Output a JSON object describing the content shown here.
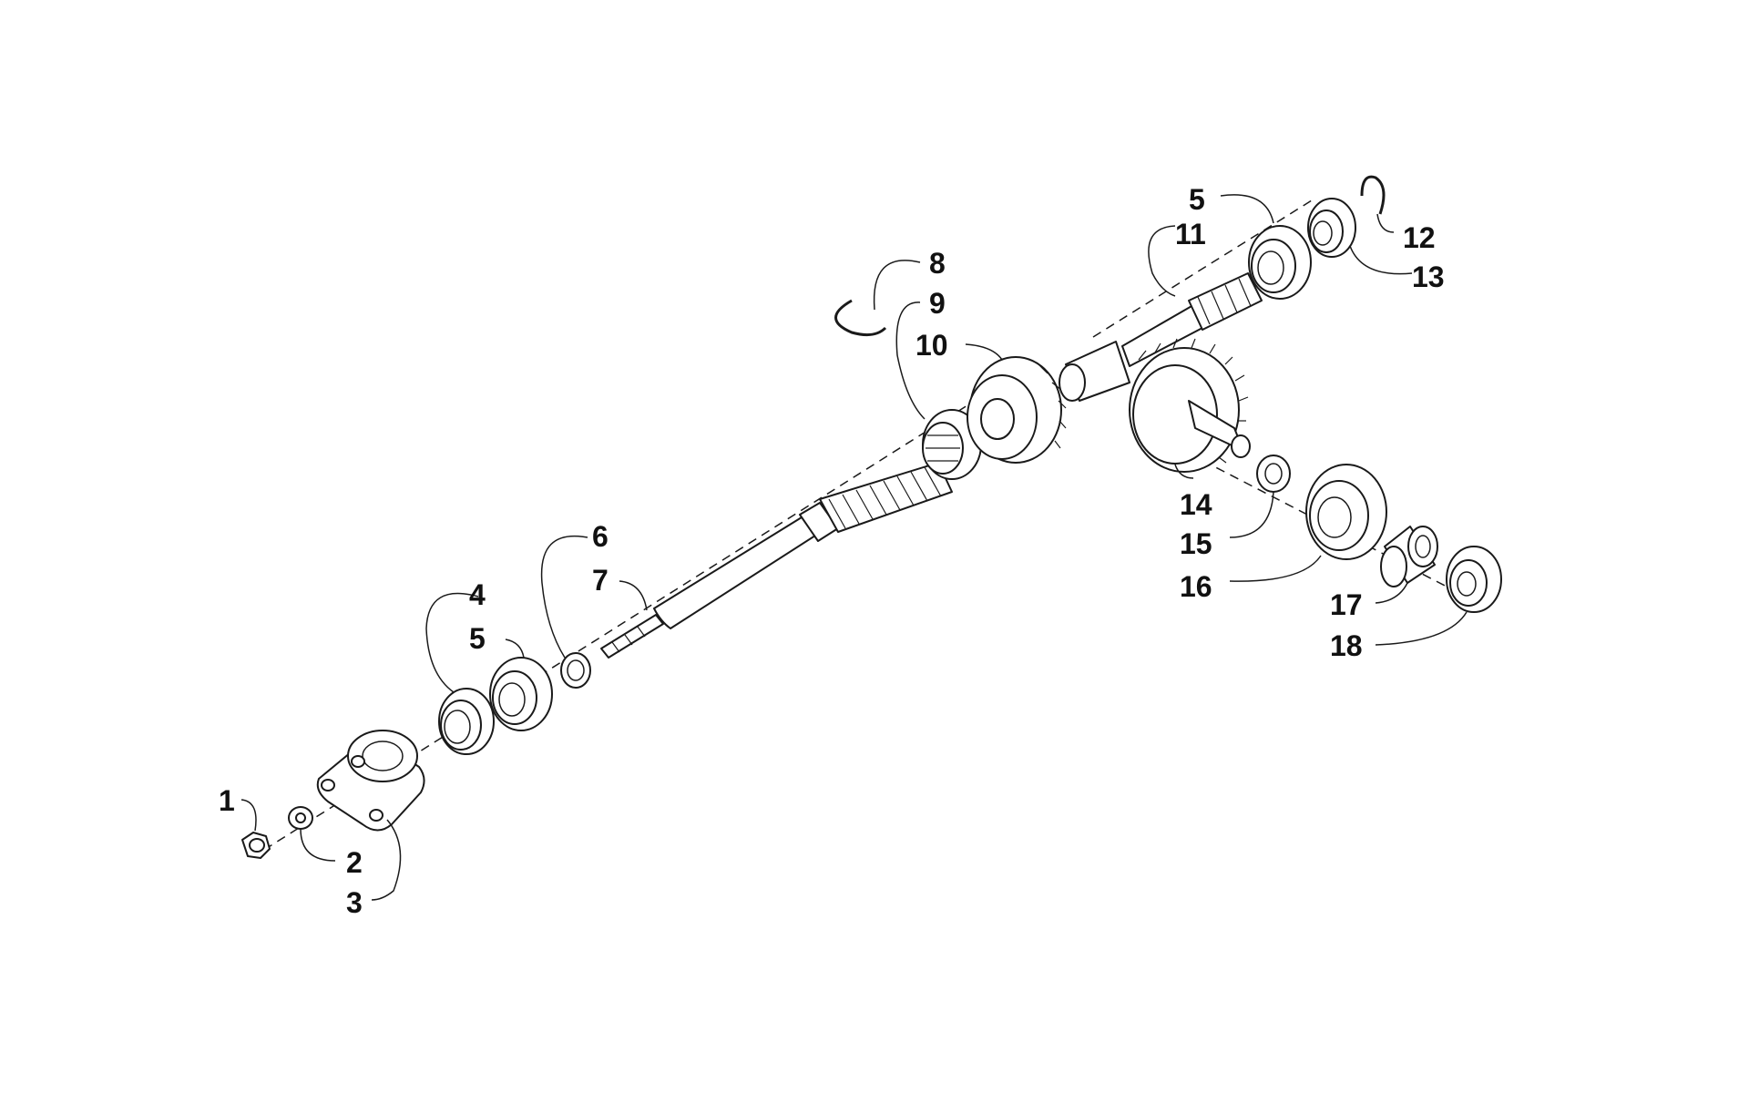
{
  "colors": {
    "line": "#1a1a1a",
    "background": "#ffffff"
  },
  "callouts": {
    "c1": "1",
    "c2": "2",
    "c3": "3",
    "c4": "4",
    "c5a": "5",
    "c6": "6",
    "c7": "7",
    "c8": "8",
    "c9": "9",
    "c10": "10",
    "c5b": "5",
    "c11": "11",
    "c12": "12",
    "c13": "13",
    "c14": "14",
    "c15": "15",
    "c16": "16",
    "c17": "17",
    "c18": "18"
  }
}
